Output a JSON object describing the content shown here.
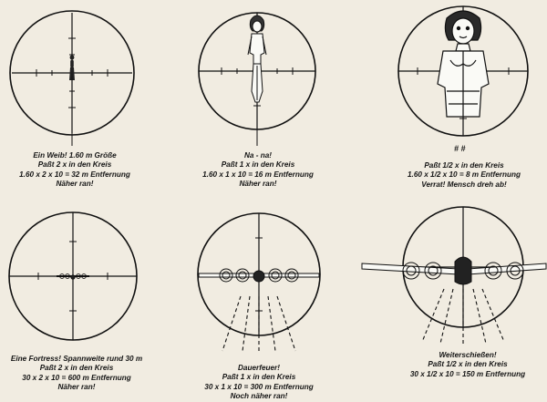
{
  "panels": [
    {
      "caption": [
        "Ein Weib! 1.60 m Größe",
        "Paßt 2 x in den Kreis",
        "1.60 x 2 x 10 = 32 m Entfernung",
        "Näher ran!"
      ]
    },
    {
      "caption": [
        "Na - na!",
        "Paßt 1 x in den Kreis",
        "1.60 x 1 x 10 = 16 m Entfernung",
        "Näher ran!"
      ]
    },
    {
      "caption": [
        "Paßt 1/2 x in den Kreis",
        "1.60 x 1/2 x 10 = 8 m Entfernung",
        "Verrat! Mensch dreh ab!"
      ],
      "marks": "# #"
    },
    {
      "caption": [
        "Eine Fortress! Spannweite rund 30 m",
        "Paßt 2 x in den Kreis",
        "30 x 2 x 10 = 600 m Entfernung",
        "Näher ran!"
      ]
    },
    {
      "caption": [
        "Dauerfeuer!",
        "Paßt 1 x in den Kreis",
        "30 x 1 x 10 = 300 m Entfernung",
        "Noch näher ran!"
      ]
    },
    {
      "caption": [
        "Weiterschießen!",
        "Paßt 1/2 x in den Kreis",
        "30 x 1/2 x 10 = 150 m Entfernung"
      ]
    }
  ]
}
